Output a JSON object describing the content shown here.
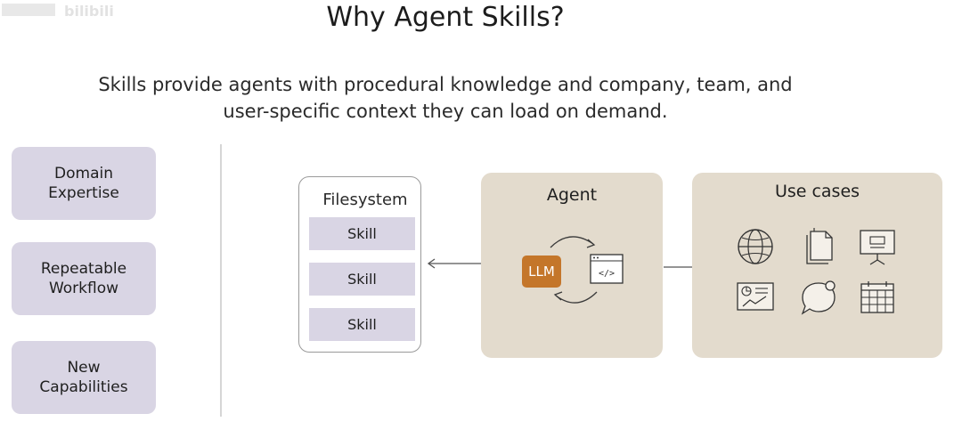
{
  "slide": {
    "title": "Why Agent Skills?",
    "subtitle_line1": "Skills provide agents with procedural knowledge and company, team, and",
    "subtitle_line2": "user-specific context they can load on demand."
  },
  "left_panel": {
    "items": [
      {
        "line1": "Domain",
        "line2": "Expertise"
      },
      {
        "line1": "Repeatable",
        "line2": "Workflow"
      },
      {
        "line1": "New",
        "line2": "Capabilities"
      }
    ]
  },
  "filesystem": {
    "label": "Filesystem",
    "skills": [
      "Skill",
      "Skill",
      "Skill"
    ]
  },
  "agent": {
    "label": "Agent",
    "llm_label": "LLM",
    "tool_icon": "code-window-icon"
  },
  "use_cases": {
    "label": "Use cases",
    "icons": [
      "globe-icon",
      "documents-icon",
      "presentation-icon",
      "report-chart-icon",
      "chat-bubble-icon",
      "calendar-grid-icon"
    ]
  },
  "colors": {
    "lavender_box": "#d9d5e4",
    "beige_panel": "#e3dbcd",
    "llm_orange": "#c4762a",
    "line_gray": "#555555"
  }
}
